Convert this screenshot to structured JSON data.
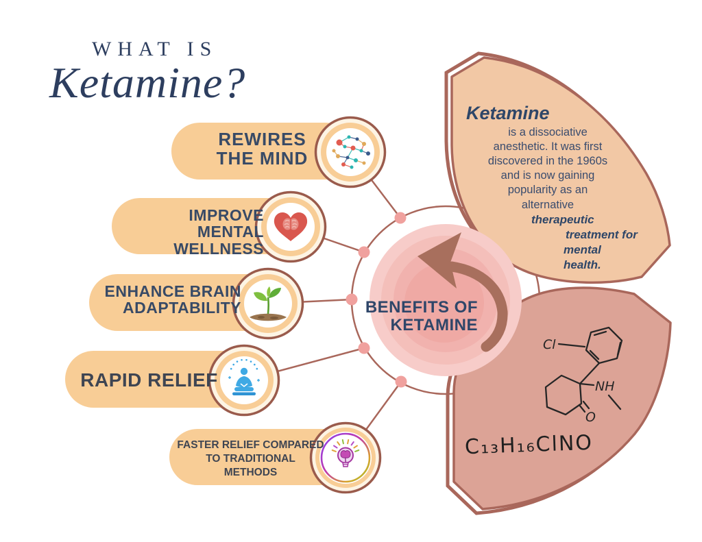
{
  "title": {
    "kicker": "WHAT IS",
    "heading": "Ketamine?"
  },
  "center": {
    "label": "BENEFITS OF\nKETAMINE",
    "icon": "curved-arrow-icon"
  },
  "benefits": [
    {
      "label": "REWIRES\nTHE MIND",
      "icon": "neural-network-brain-icon"
    },
    {
      "label": "IMPROVE MENTAL\nWELLNESS",
      "icon": "heart-brain-icon"
    },
    {
      "label": "ENHANCE BRAIN\nADAPTABILITY",
      "icon": "seedling-icon"
    },
    {
      "label": "RAPID RELIEF",
      "icon": "meditation-icon"
    },
    {
      "label": "FASTER RELIEF COMPARED\nTO TRADITIONAL\nMETHODS",
      "icon": "lightbulb-brain-icon"
    }
  ],
  "about_panel": {
    "lead": "Ketamine",
    "body": "is a dissociative\nanesthetic. It was first\ndiscovered in the 1960s\nand is now gaining\npopularity as an\nalternative",
    "emphasis_lines": [
      "therapeutic",
      "treatment for",
      "mental health."
    ]
  },
  "chemistry_panel": {
    "formula": "C₁₃H₁₆ClNO",
    "labels": {
      "cl": "Cl",
      "nh": "NH",
      "o": "O"
    }
  },
  "colors": {
    "pill_fill": "#f8cd96",
    "panel_top_fill": "#f2c8a5",
    "panel_bottom_fill": "#dca396",
    "outline_brown": "#a9675b",
    "dot_pink": "#f0a19e",
    "center_pink": "#f7ccc9",
    "navy_text": "#2e4668",
    "arrow_brown": "#a86f5d"
  }
}
